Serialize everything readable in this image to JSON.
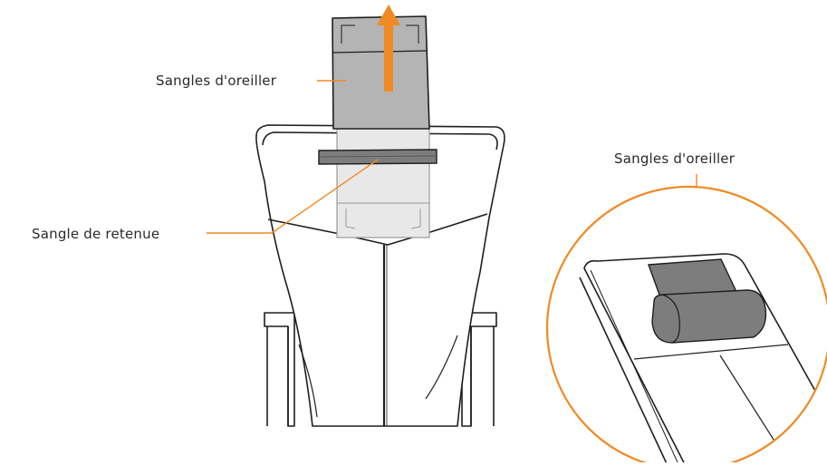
{
  "labels": {
    "pillow_straps_main": "Sangles d'oreiller",
    "retaining_strap": "Sangle de retenue",
    "pillow_straps_inset": "Sangles d'oreiller"
  },
  "colors": {
    "accent": "#f08a24",
    "line": "#1e1e1e",
    "strap_gray": "#7d7d7d",
    "pillow_gray": "#b4b4b4"
  },
  "icons": {
    "arrow": "pull-up-arrow-icon"
  }
}
